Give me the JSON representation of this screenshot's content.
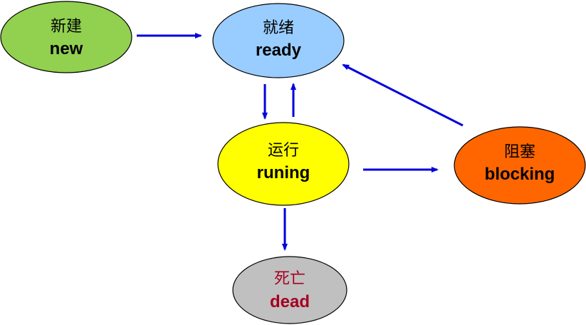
{
  "colors": {
    "arrow": "#0000dd",
    "outline": "#000000"
  },
  "states": {
    "new": {
      "cn": "新建",
      "en": "new",
      "fill": "#92d050",
      "text": "#000000"
    },
    "ready": {
      "cn": "就绪",
      "en": "ready",
      "fill": "#99ccff",
      "text": "#000000"
    },
    "running": {
      "cn": "运行",
      "en": "runing",
      "fill": "#ffff00",
      "text": "#000000"
    },
    "blocking": {
      "cn": "阻塞",
      "en": "blocking",
      "fill": "#ff6600",
      "text": "#000000"
    },
    "dead": {
      "cn": "死亡",
      "en": "dead",
      "fill": "#c0c0c0",
      "text": "#a50021"
    }
  }
}
